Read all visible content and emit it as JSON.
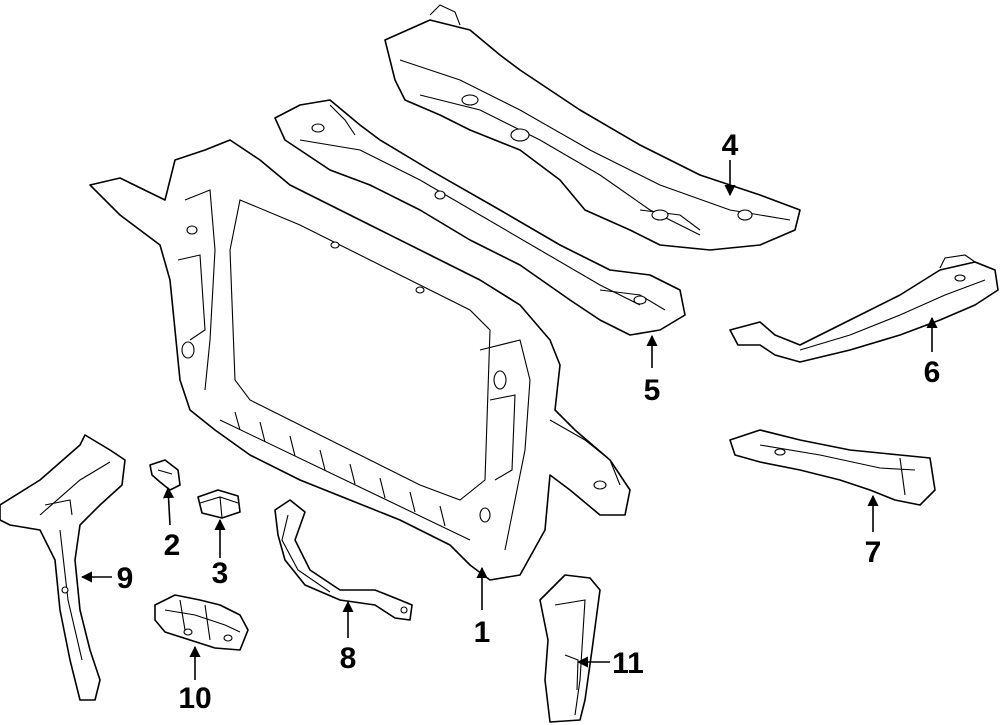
{
  "callouts": [
    {
      "id": "1",
      "label": "1"
    },
    {
      "id": "2",
      "label": "2"
    },
    {
      "id": "3",
      "label": "3"
    },
    {
      "id": "4",
      "label": "4"
    },
    {
      "id": "5",
      "label": "5"
    },
    {
      "id": "6",
      "label": "6"
    },
    {
      "id": "7",
      "label": "7"
    },
    {
      "id": "8",
      "label": "8"
    },
    {
      "id": "9",
      "label": "9"
    },
    {
      "id": "10",
      "label": "10"
    },
    {
      "id": "11",
      "label": "11"
    }
  ],
  "colors": {
    "line": "#000000",
    "background": "#ffffff"
  }
}
